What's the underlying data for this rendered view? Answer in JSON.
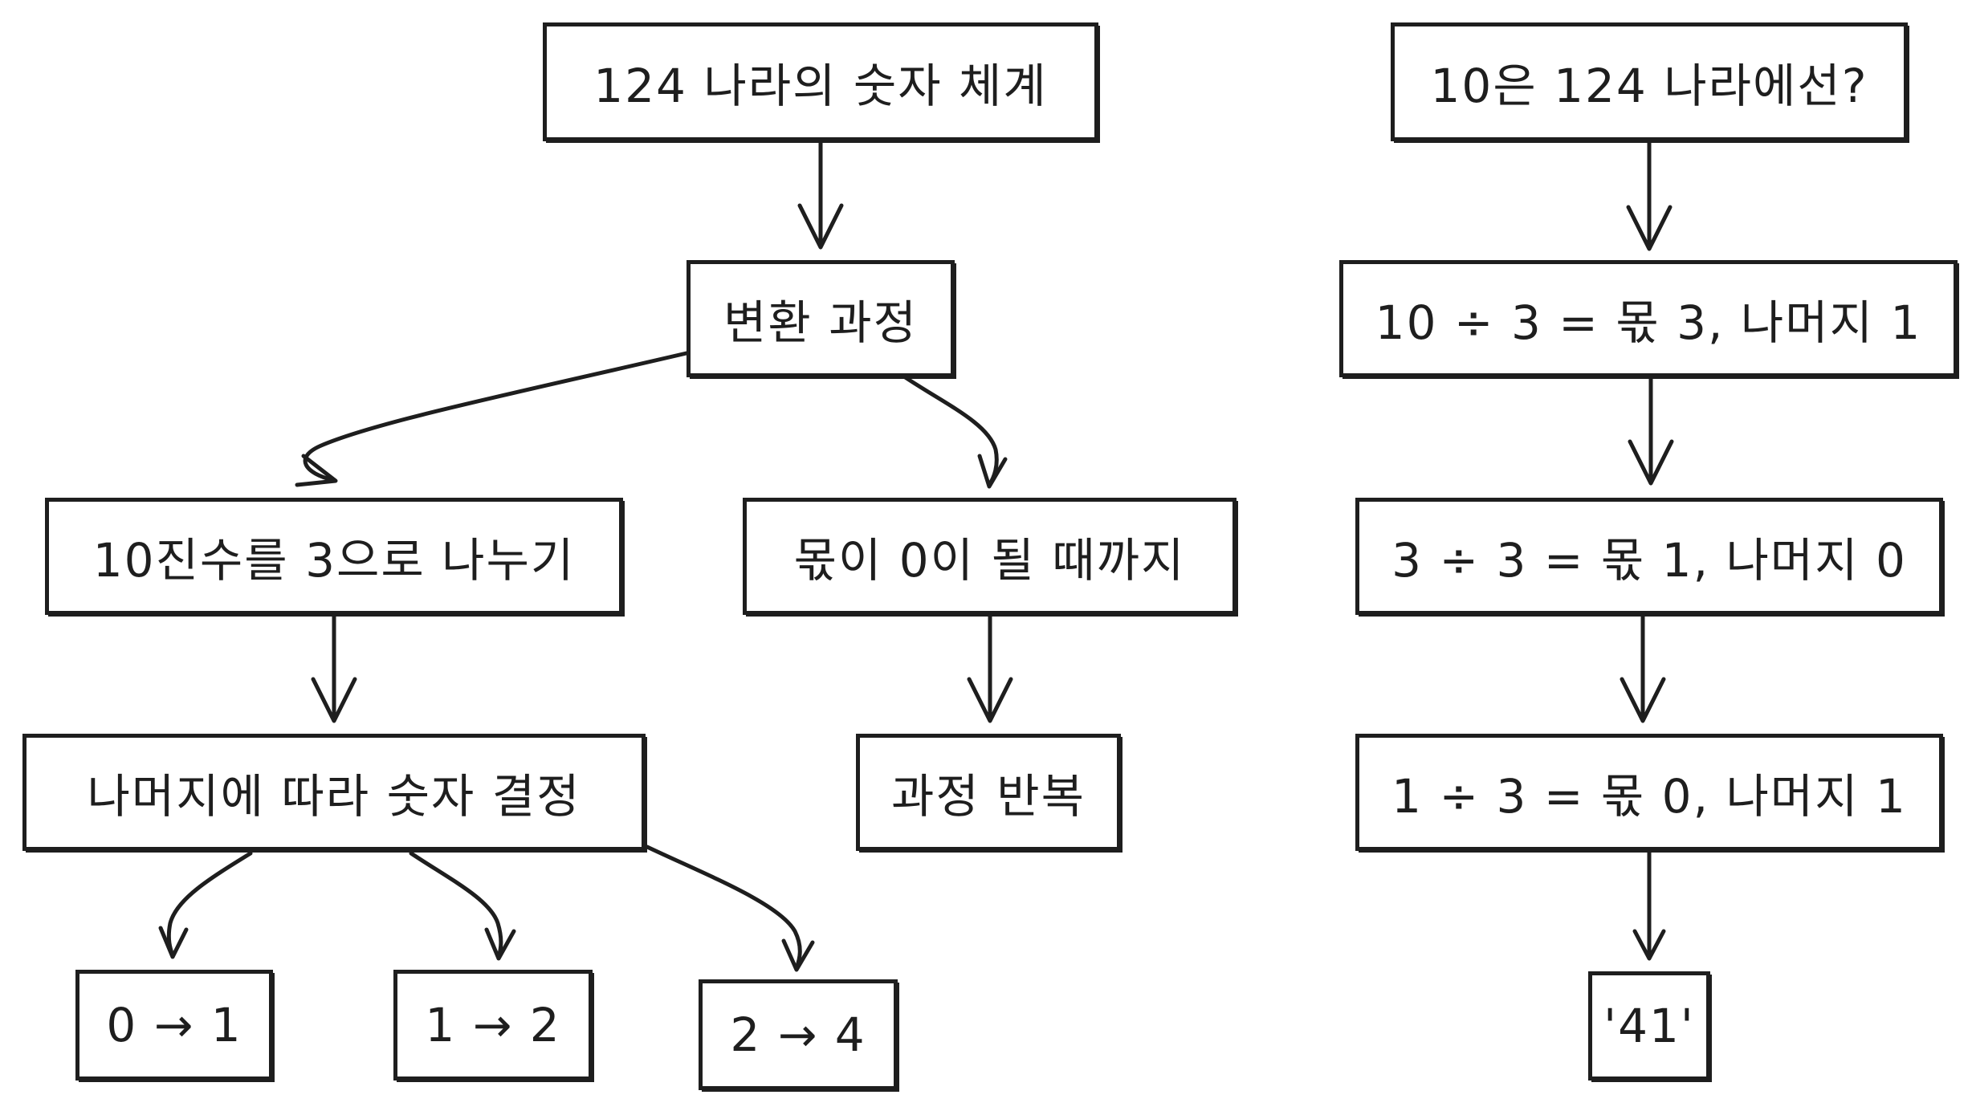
{
  "left": {
    "title": "124 나라의 숫자 체계",
    "process": "변환 과정",
    "divide": "10진수를 3으로 나누기",
    "until_zero": "몫이 0이 될 때까지",
    "remainder_rule": "나머지에 따라 숫자 결정",
    "repeat": "과정 반복",
    "map_0": "0 → 1",
    "map_1": "1 → 2",
    "map_2": "2 → 4"
  },
  "right": {
    "question": "10은 124 나라에선?",
    "step1": "10 ÷ 3 = 몫 3, 나머지 1",
    "step2": "3 ÷ 3 = 몫 1, 나머지 0",
    "step3": "1 ÷ 3 = 몫 0, 나머지 1",
    "result": "'41'"
  },
  "colors": {
    "stroke": "#1e1e1e",
    "background": "#ffffff"
  }
}
